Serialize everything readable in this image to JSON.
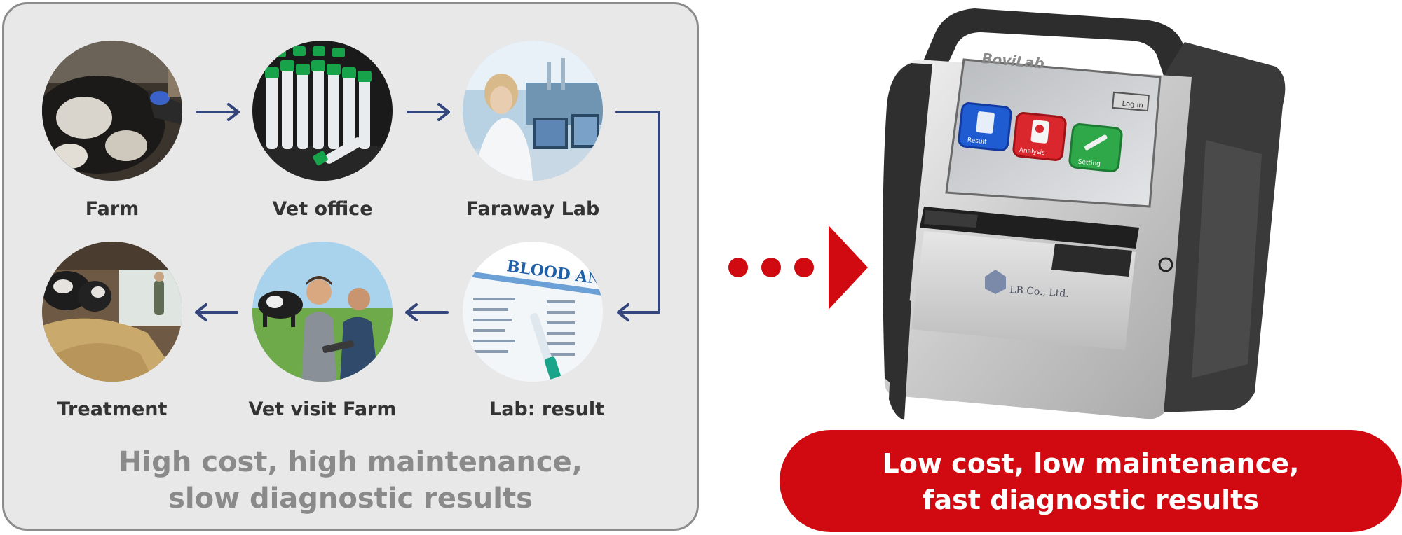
{
  "steps": {
    "farm": "Farm",
    "vet_office": "Vet office",
    "faraway_lab": "Faraway Lab",
    "lab_result": "Lab: result",
    "vet_visit_farm": "Vet visit Farm",
    "treatment": "Treatment"
  },
  "left_caption": {
    "line1": "High cost, high maintenance,",
    "line2": "slow diagnostic results"
  },
  "right_caption": {
    "line1": "Low cost, low maintenance,",
    "line2": "fast diagnostic results"
  },
  "device": {
    "brand": "BoviLab",
    "login_button": "Log in",
    "app_result": "Result",
    "app_analysis": "Analysis",
    "app_setting": "Setting",
    "maker": "LB Co., Ltd."
  },
  "report_header": "BLOOD ANA",
  "colors": {
    "accent_red": "#d10a11",
    "arrow_navy": "#34457c",
    "panel_gray": "#e8e8e9",
    "panel_border": "#8c8c8c"
  }
}
